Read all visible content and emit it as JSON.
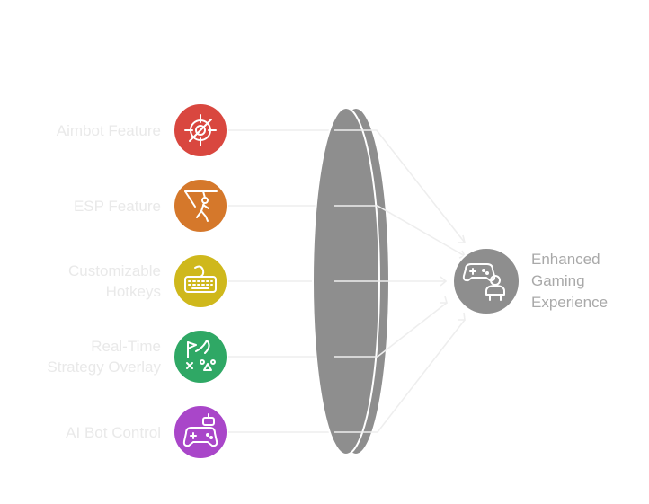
{
  "inputs": [
    {
      "label": "Aimbot Feature",
      "icon": "crosshair-icon",
      "color": "#d9473f"
    },
    {
      "label": "ESP Feature",
      "icon": "zipline-person-icon",
      "color": "#d5782b"
    },
    {
      "label": "Customizable\nHotkeys",
      "icon": "keyboard-icon",
      "color": "#cfb81c"
    },
    {
      "label": "Real-Time\nStrategy Overlay",
      "icon": "strategy-map-icon",
      "color": "#2fa865"
    },
    {
      "label": "AI Bot Control",
      "icon": "robot-controller-icon",
      "color": "#a946c9"
    }
  ],
  "lens": {
    "color": "#8e8e8e"
  },
  "output": {
    "label": "Enhanced\nGaming\nExperience",
    "icon": "gamer-icon",
    "color": "#8e8e8e"
  }
}
